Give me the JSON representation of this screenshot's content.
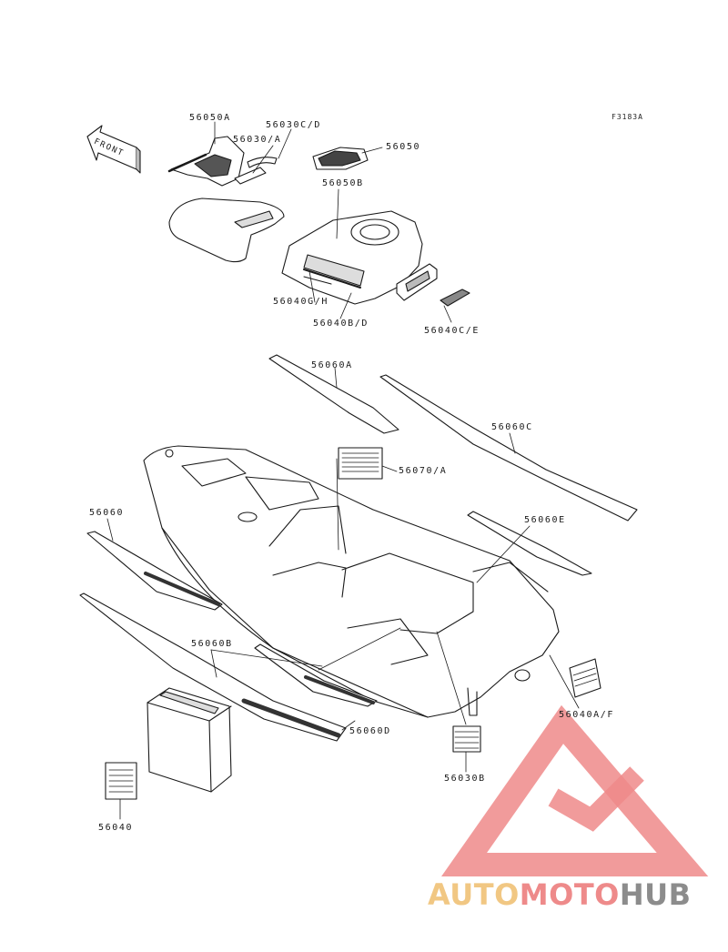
{
  "figure_id": "F3183A",
  "front_badge": "FRONT",
  "callouts": [
    {
      "id": "56050A",
      "label": "56050A"
    },
    {
      "id": "56030C_D",
      "label": "56030C/D"
    },
    {
      "id": "56030_A",
      "label": "56030/A"
    },
    {
      "id": "56050",
      "label": "56050"
    },
    {
      "id": "56050B",
      "label": "56050B"
    },
    {
      "id": "56040G_H",
      "label": "56040G/H"
    },
    {
      "id": "56040B_D",
      "label": "56040B/D"
    },
    {
      "id": "56040C_E",
      "label": "56040C/E"
    },
    {
      "id": "56060A",
      "label": "56060A"
    },
    {
      "id": "56060C",
      "label": "56060C"
    },
    {
      "id": "56070_A",
      "label": "56070/A"
    },
    {
      "id": "56060",
      "label": "56060"
    },
    {
      "id": "56060E",
      "label": "56060E"
    },
    {
      "id": "56060B",
      "label": "56060B"
    },
    {
      "id": "56060D",
      "label": "56060D"
    },
    {
      "id": "56040A_F",
      "label": "56040A/F"
    },
    {
      "id": "56030B",
      "label": "56030B"
    },
    {
      "id": "56040",
      "label": "56040"
    }
  ],
  "watermark": {
    "part_a": "AUTO",
    "part_b": "MOTO",
    "part_c": "HUB"
  },
  "colors": {
    "line": "#1a1a1a",
    "watermark_red": "#ee8a8a",
    "watermark_yellow": "#f1c783",
    "watermark_grey": "#8c8c8c"
  }
}
